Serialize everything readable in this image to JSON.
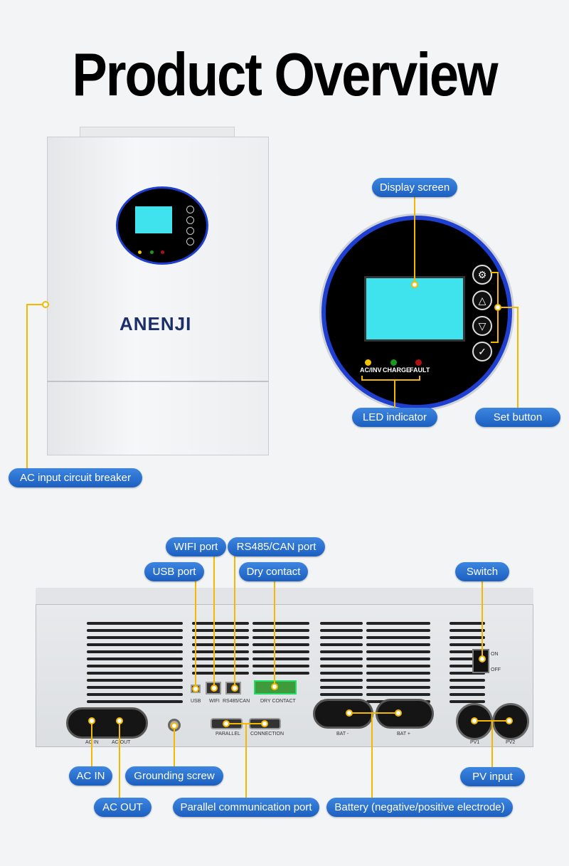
{
  "title": "Product Overview",
  "brand": "ANENJI",
  "colors": {
    "pill": "#2a6fd0",
    "line": "#f5b800",
    "ring": "#1f3fd0",
    "lcd": "#3fe3ee"
  },
  "leds": [
    {
      "label": "AC/INV",
      "color": "#f5c400"
    },
    {
      "label": "CHARGE",
      "color": "#1a9a1a"
    },
    {
      "label": "FAULT",
      "color": "#b01010"
    }
  ],
  "buttons": [
    "gear-icon",
    "up-icon",
    "down-icon",
    "check-icon"
  ],
  "callouts": {
    "display_screen": "Display screen",
    "led_indicator": "LED indicator",
    "set_button": "Set button",
    "ac_breaker": "AC input circuit breaker",
    "wifi_port": "WIFI port",
    "rs485_port": "RS485/CAN port",
    "usb_port": "USB port",
    "dry_contact": "Dry contact",
    "switch": "Switch",
    "ac_in": "AC IN",
    "grounding_screw": "Grounding screw",
    "pv_input": "PV input",
    "ac_out": "AC OUT",
    "parallel_port": "Parallel communication port",
    "battery": "Battery (negative/positive electrode)"
  },
  "rear_labels": {
    "usb": "USB",
    "wifi": "WIFI",
    "rs485": "RS485/CAN",
    "dry": "DRY CONTACT",
    "parallel": "PARALLEL",
    "connection": "CONNECTION",
    "acin": "AC IN",
    "acout": "AC OUT",
    "batn": "BAT -",
    "batp": "BAT +",
    "pv1": "PV1",
    "pv2": "PV2",
    "on": "ON",
    "off": "OFF"
  }
}
